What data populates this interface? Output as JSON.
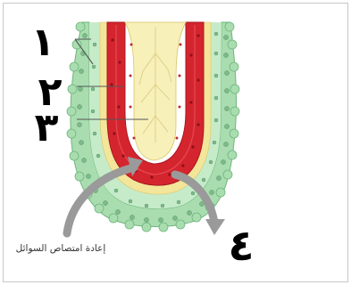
{
  "labels": {
    "one": "١",
    "two": "٢",
    "three": "٣",
    "four": "٤"
  },
  "caption": "إعادة امتصاص السوائل",
  "colors": {
    "epithelium": "#a9ddb0",
    "epithelium_dark": "#7cc48a",
    "cell_nucleus": "#7fb98a",
    "basement_layer": "#f3e59a",
    "vessel_red": "#d4252f",
    "vessel_dark": "#a81820",
    "lacteal": "#f7f0b8",
    "arrow_gray": "#9a9a9a",
    "leader_line": "#555555"
  },
  "icons": {
    "curved_arrow_left": "curved-arrow-up-left",
    "curved_arrow_right": "curved-arrow-down-right"
  }
}
